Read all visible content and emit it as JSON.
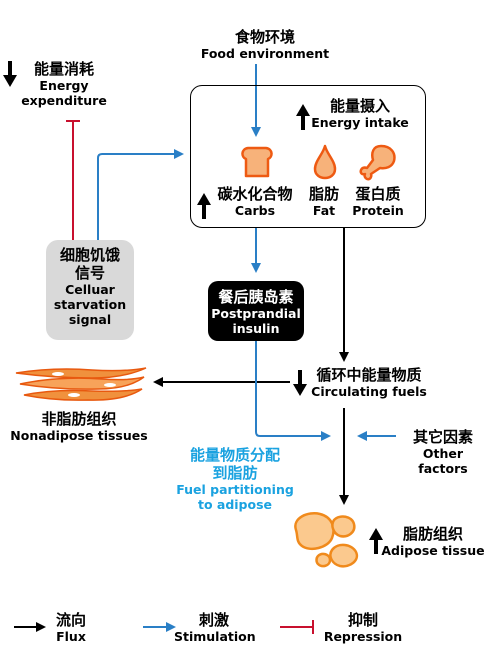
{
  "colors": {
    "flux": "#000000",
    "stimulation": "#2a7fc6",
    "repression": "#c8102e",
    "food_fill": "#f7b27a",
    "food_stroke": "#ee5a12",
    "fuel_partition_text": "#1aa2e0",
    "starvation_box": "#d9d9d9",
    "insulin_box": "#000000"
  },
  "food_environment": {
    "zh": "食物环境",
    "en": "Food environment"
  },
  "energy_expenditure": {
    "zh": "能量消耗",
    "en_line1": "Energy",
    "en_line2": "expenditure",
    "direction": "down"
  },
  "energy_intake": {
    "zh": "能量摄入",
    "en": "Energy intake",
    "direction": "up"
  },
  "nutrients": [
    {
      "zh": "碳水化合物",
      "en": "Carbs",
      "icon": "bread-icon"
    },
    {
      "zh": "脂肪",
      "en": "Fat",
      "icon": "oil-drop-icon"
    },
    {
      "zh": "蛋白质",
      "en": "Protein",
      "icon": "drumstick-icon"
    }
  ],
  "carbs_direction": "up",
  "starvation_signal": {
    "zh_line1": "细胞饥饿",
    "zh_line2": "信号",
    "en_line1": "Celluar",
    "en_line2": "starvation",
    "en_line3": "signal"
  },
  "insulin": {
    "zh": "餐后胰岛素",
    "en_line1": "Postprandial",
    "en_line2": "insulin"
  },
  "circulating_fuels": {
    "zh": "循环中能量物质",
    "en": "Circulating fuels",
    "direction": "down"
  },
  "nonadipose": {
    "zh": "非脂肪组织",
    "en": "Nonadipose tissues"
  },
  "fuel_partitioning": {
    "zh_line1": "能量物质分配",
    "zh_line2": "到脂肪",
    "en_line1": "Fuel partitioning",
    "en_line2": "to adipose"
  },
  "other_factors": {
    "zh": "其它因素",
    "en": "Other factors"
  },
  "adipose": {
    "zh": "脂肪组织",
    "en": "Adipose tissue",
    "direction": "up"
  },
  "legend": [
    {
      "zh": "流向",
      "en": "Flux",
      "kind": "flux"
    },
    {
      "zh": "刺激",
      "en": "Stimulation",
      "kind": "stimulation"
    },
    {
      "zh": "抑制",
      "en": "Repression",
      "kind": "repression"
    }
  ]
}
